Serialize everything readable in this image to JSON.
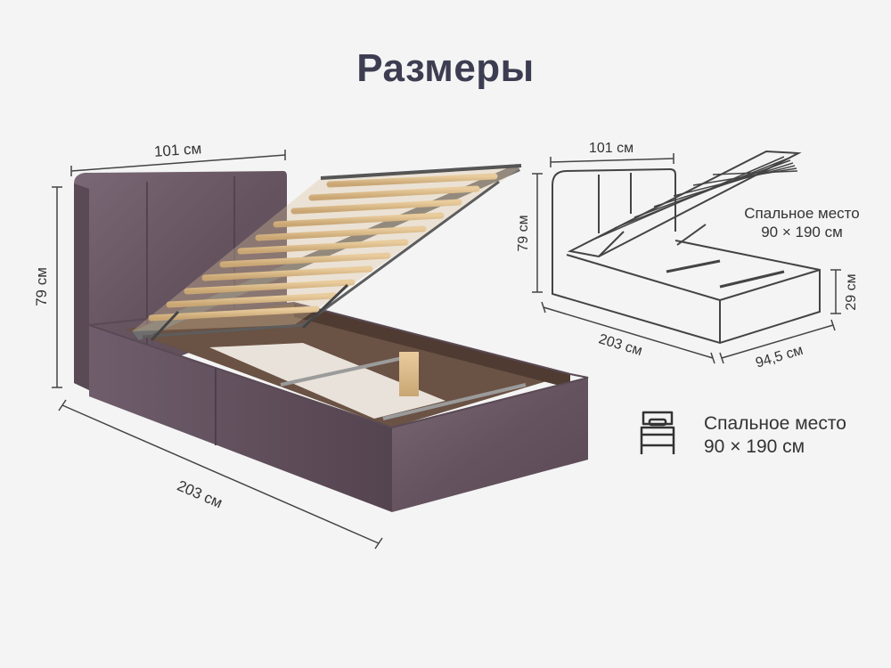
{
  "title": "Размеры",
  "main_dims": {
    "width": "101 см",
    "height": "79 см",
    "length": "203 см"
  },
  "schema_dims": {
    "width": "101 см",
    "height": "79 см",
    "length": "203 см",
    "inner_width": "94,5 см",
    "base_height": "29 см"
  },
  "schema_sleep": {
    "line1": "Спальное место",
    "line2": "90 × 190 см"
  },
  "sleep_info": {
    "icon": "bed-icon",
    "line1": "Спальное место",
    "line2": "90 × 190 см"
  },
  "colors": {
    "upholstery": "#6b5a66",
    "background": "#f4f4f4",
    "text": "#3d3d52"
  }
}
